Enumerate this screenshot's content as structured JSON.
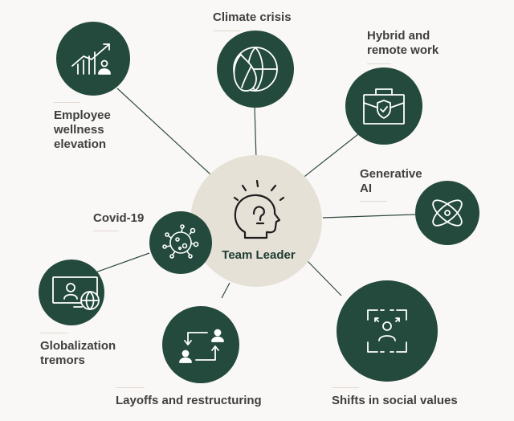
{
  "center": {
    "label": "Team Leader",
    "icon": "head-with-lightbulb-icon"
  },
  "colors": {
    "node": "#234a3d",
    "center": "#e6e1d7",
    "connector": "#2f4a3f",
    "icon": "#ffffff",
    "text": "#3f3f3f",
    "background": "#f9f8f6",
    "underline": "#e2d8d1"
  },
  "nodes": [
    {
      "id": "climate",
      "label": "Climate crisis",
      "icon": "leaf-globe-icon"
    },
    {
      "id": "hybrid",
      "label": "Hybrid and\nremote work",
      "icon": "briefcase-shield-icon"
    },
    {
      "id": "genai",
      "label": "Generative\nAI",
      "icon": "atom-icon"
    },
    {
      "id": "social",
      "label": "Shifts in social values",
      "icon": "person-focus-icon"
    },
    {
      "id": "layoffs",
      "label": "Layoffs and restructuring",
      "icon": "people-exchange-icon"
    },
    {
      "id": "globalization",
      "label": "Globalization\ntremors",
      "icon": "monitor-globe-icon"
    },
    {
      "id": "covid",
      "label": "Covid-19",
      "icon": "virus-icon"
    },
    {
      "id": "wellness",
      "label": "Employee\nwellness\nelevation",
      "icon": "growth-chart-person-icon"
    }
  ]
}
